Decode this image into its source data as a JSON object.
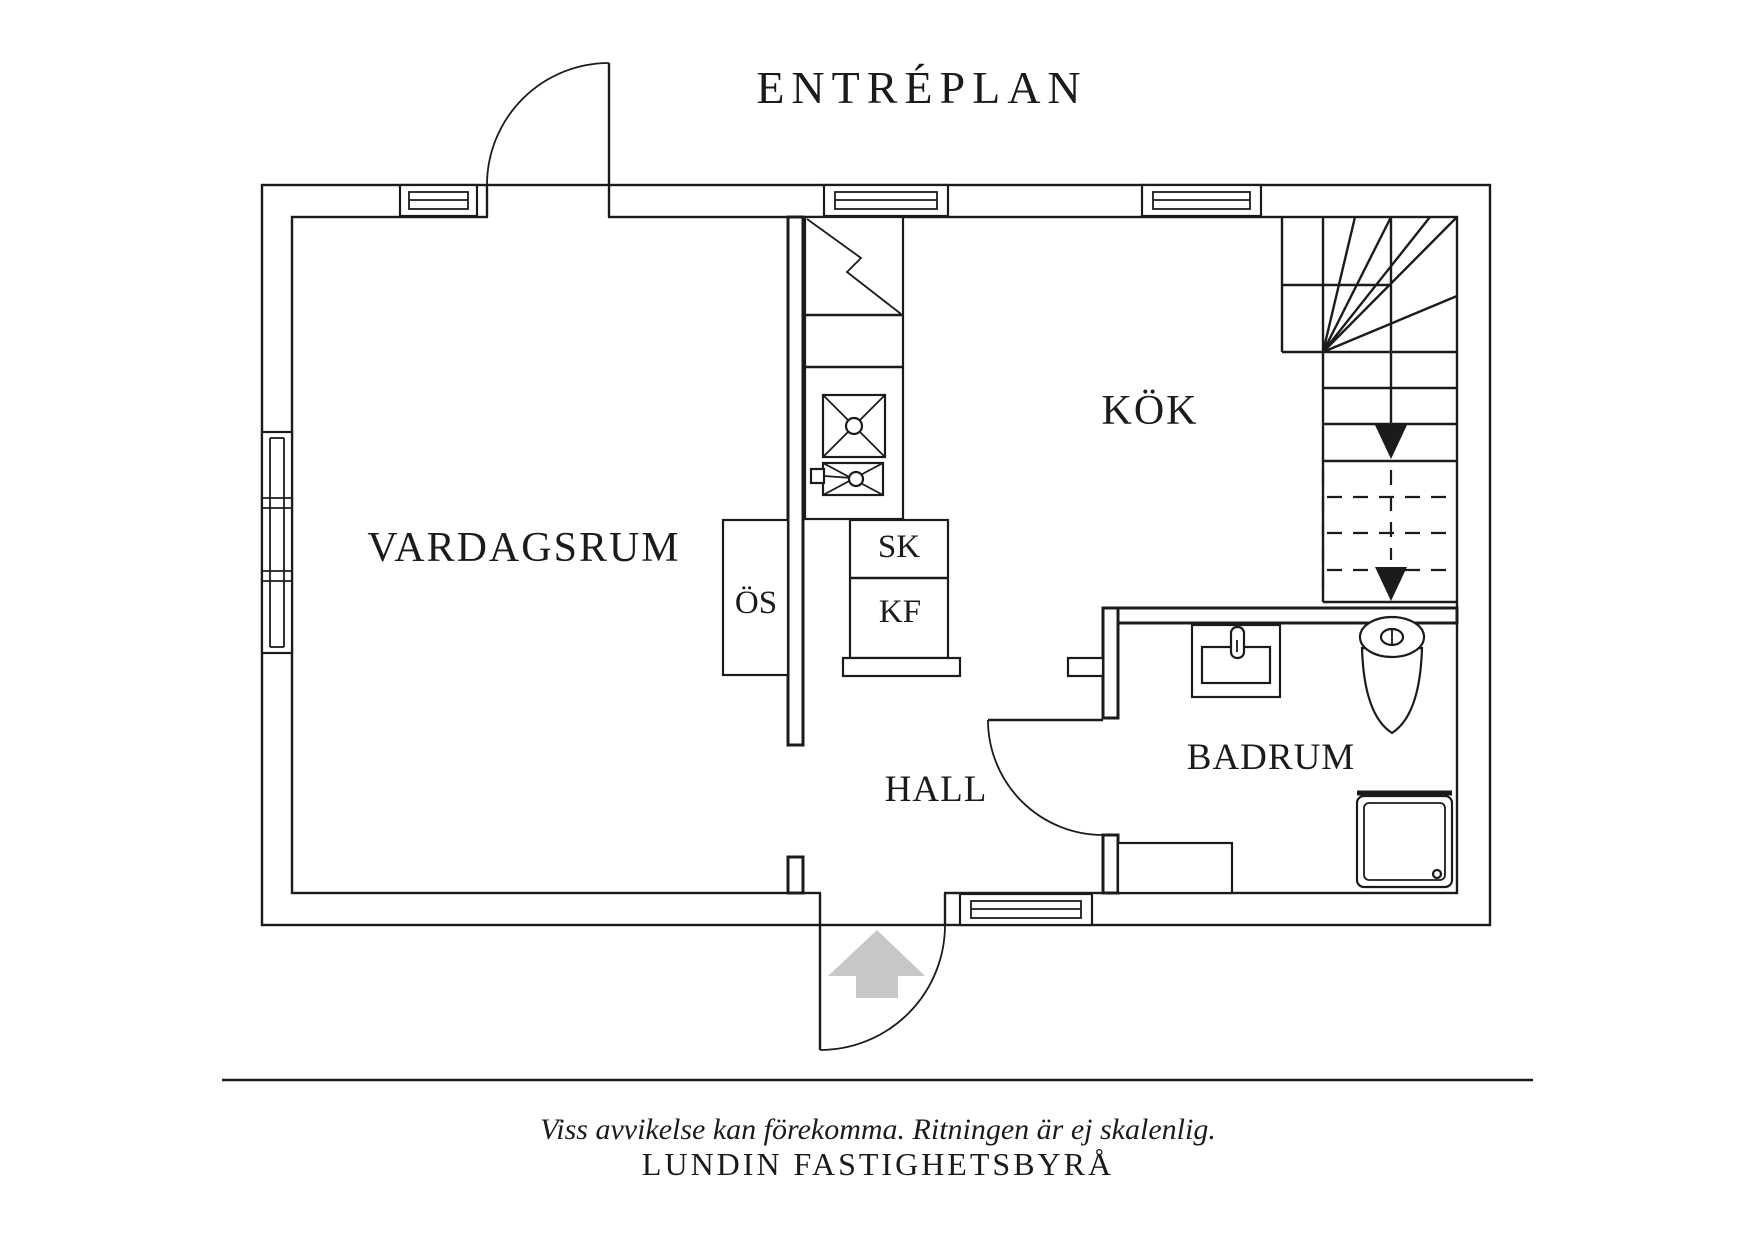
{
  "title": "ENTRÉPLAN",
  "rooms": {
    "living_room": "VARDAGSRUM",
    "kitchen": "KÖK",
    "hall": "HALL",
    "bathroom": "BADRUM"
  },
  "fixtures": {
    "fireplace": "ÖS",
    "closet": "SK",
    "fridge_freezer": "KF"
  },
  "footer": {
    "disclaimer": "Viss avvikelse kan förekomma. Ritningen är ej skalenlig.",
    "agency": "LUNDIN FASTIGHETSBYRÅ"
  },
  "colors": {
    "line": "#1b1b1b",
    "background": "#ffffff",
    "entrance_arrow": "#c7c7c5",
    "stair_arrow": "#1b1b1b"
  }
}
